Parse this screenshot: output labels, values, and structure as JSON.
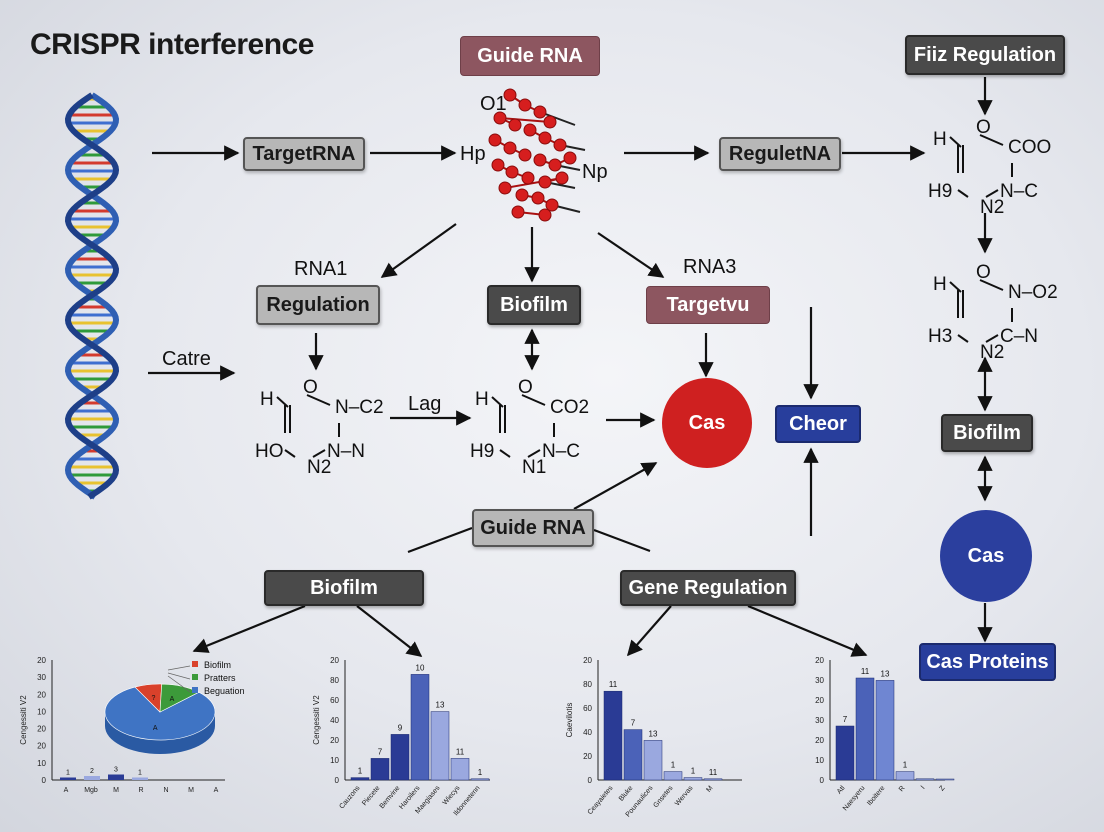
{
  "title": "CRISPR interference",
  "nodes": {
    "guide_rna_top": "Guide RNA",
    "fitz_regulation": "Fiiz Regulation",
    "targetrna": "TargetRNA",
    "reguletna": "ReguletNA",
    "regulation": "Regulation",
    "biofilm_center": "Biofilm",
    "targetvu": "Targetvu",
    "cas_red": "Cas",
    "cheor": "Cheor",
    "biofilm_right": "Biofilm",
    "cas_blue": "Cas",
    "cas_proteins": "Cas Proteins",
    "guide_rna_mid": "Guide RNA",
    "biofilm_left": "Biofilm",
    "gene_regulation": "Gene Regulation"
  },
  "labels": {
    "o1": "O1",
    "hp": "Hp",
    "np": "Np",
    "rna1": "RNA1",
    "rna3": "RNA3",
    "catre": "Catre",
    "lag": "Lag"
  },
  "molecules": {
    "mol_left": {
      "tl": "H",
      "top": "O",
      "tr": "N–C2",
      "bl": "HO",
      "bc": "N2",
      "br": "N–N"
    },
    "mol_center": {
      "tl": "H",
      "top": "O",
      "tr": "CO2",
      "bl": "H9",
      "bc": "N1",
      "br": "N–C"
    },
    "mol_right_top": {
      "tl": "H",
      "top": "O",
      "tr": "COO",
      "bl": "H9",
      "bc": "N2",
      "br": "N–C"
    },
    "mol_right_mid": {
      "tl": "H",
      "top": "O",
      "tr": "N–O2",
      "bl": "H3",
      "bc": "N2",
      "br": "C–N"
    }
  },
  "colors": {
    "red_node": "#cf2020",
    "blue_node": "#2b3f9e",
    "bar_dark": "#2a3b95",
    "bar_mid": "#4b62b8",
    "bar_light": "#9aa8df",
    "pie_blue": "#3f74c4",
    "pie_red": "#d9412b",
    "pie_green": "#3c9a3a"
  },
  "chart_data": [
    {
      "type": "pie",
      "title": "",
      "ylabel": "Cengessiti V2",
      "yticks": [
        "20",
        "30",
        "20",
        "10",
        "20",
        "20",
        "10",
        "0"
      ],
      "slices": [
        {
          "label": "A",
          "value": 80
        },
        {
          "label": "?",
          "value": 8
        },
        {
          "label": "A",
          "value": 12
        }
      ],
      "legend": [
        "Biofilm",
        "Pratters",
        "Beguation"
      ],
      "bars": [
        1,
        2,
        3,
        1
      ],
      "bar_labels": [
        "1",
        "2",
        "3",
        "1"
      ],
      "xticks": [
        "A",
        "Mgb",
        "M",
        "R",
        "N",
        "M",
        "A"
      ]
    },
    {
      "type": "bar",
      "ylabel": "Cengessiti V2",
      "yticks": [
        "20",
        "80",
        "60",
        "40",
        "20",
        "10",
        "0"
      ],
      "categories": [
        "Cauzons",
        "Piecete",
        "Bemvine",
        "Haroilers",
        "Maegiases",
        "Wiecys",
        "Ildonnetenn"
      ],
      "values": [
        1,
        7,
        9,
        10,
        13,
        11,
        1
      ],
      "bar_heights_pct": [
        2,
        18,
        38,
        88,
        57,
        18,
        1
      ],
      "colors": [
        "#2a3b95",
        "#2a3b95",
        "#2a3b95",
        "#4b62b8",
        "#9aa8df",
        "#9aa8df",
        "#9aa8df"
      ],
      "ylim": [
        0,
        20
      ]
    },
    {
      "type": "bar",
      "ylabel": "Caevilotis",
      "yticks": [
        "20",
        "80",
        "60",
        "40",
        "20",
        "0"
      ],
      "categories": [
        "Ceayaietes",
        "Bluke",
        "Pounaulices",
        "Gnsetes",
        "Wervas",
        "M"
      ],
      "values": [
        11,
        7,
        13,
        1,
        1,
        11
      ],
      "bar_heights_pct": [
        74,
        42,
        33,
        7,
        2,
        1
      ],
      "colors": [
        "#2a3b95",
        "#4b62b8",
        "#9aa8df",
        "#9aa8df",
        "#9aa8df",
        "#9aa8df"
      ],
      "ylim": [
        0,
        20
      ]
    },
    {
      "type": "bar",
      "ylabel": "",
      "yticks": [
        "20",
        "30",
        "20",
        "30",
        "20",
        "10",
        "0"
      ],
      "categories": [
        "Atl",
        "Naesyeru",
        "Iboitere",
        "R",
        "I",
        "Z"
      ],
      "values": [
        7,
        11,
        13,
        1,
        0,
        0
      ],
      "bar_heights_pct": [
        45,
        85,
        83,
        7,
        1,
        0
      ],
      "colors": [
        "#2a3b95",
        "#4b62b8",
        "#6f86d2",
        "#9aa8df",
        "#9aa8df",
        "#9aa8df"
      ],
      "ylim": [
        0,
        20
      ]
    }
  ]
}
